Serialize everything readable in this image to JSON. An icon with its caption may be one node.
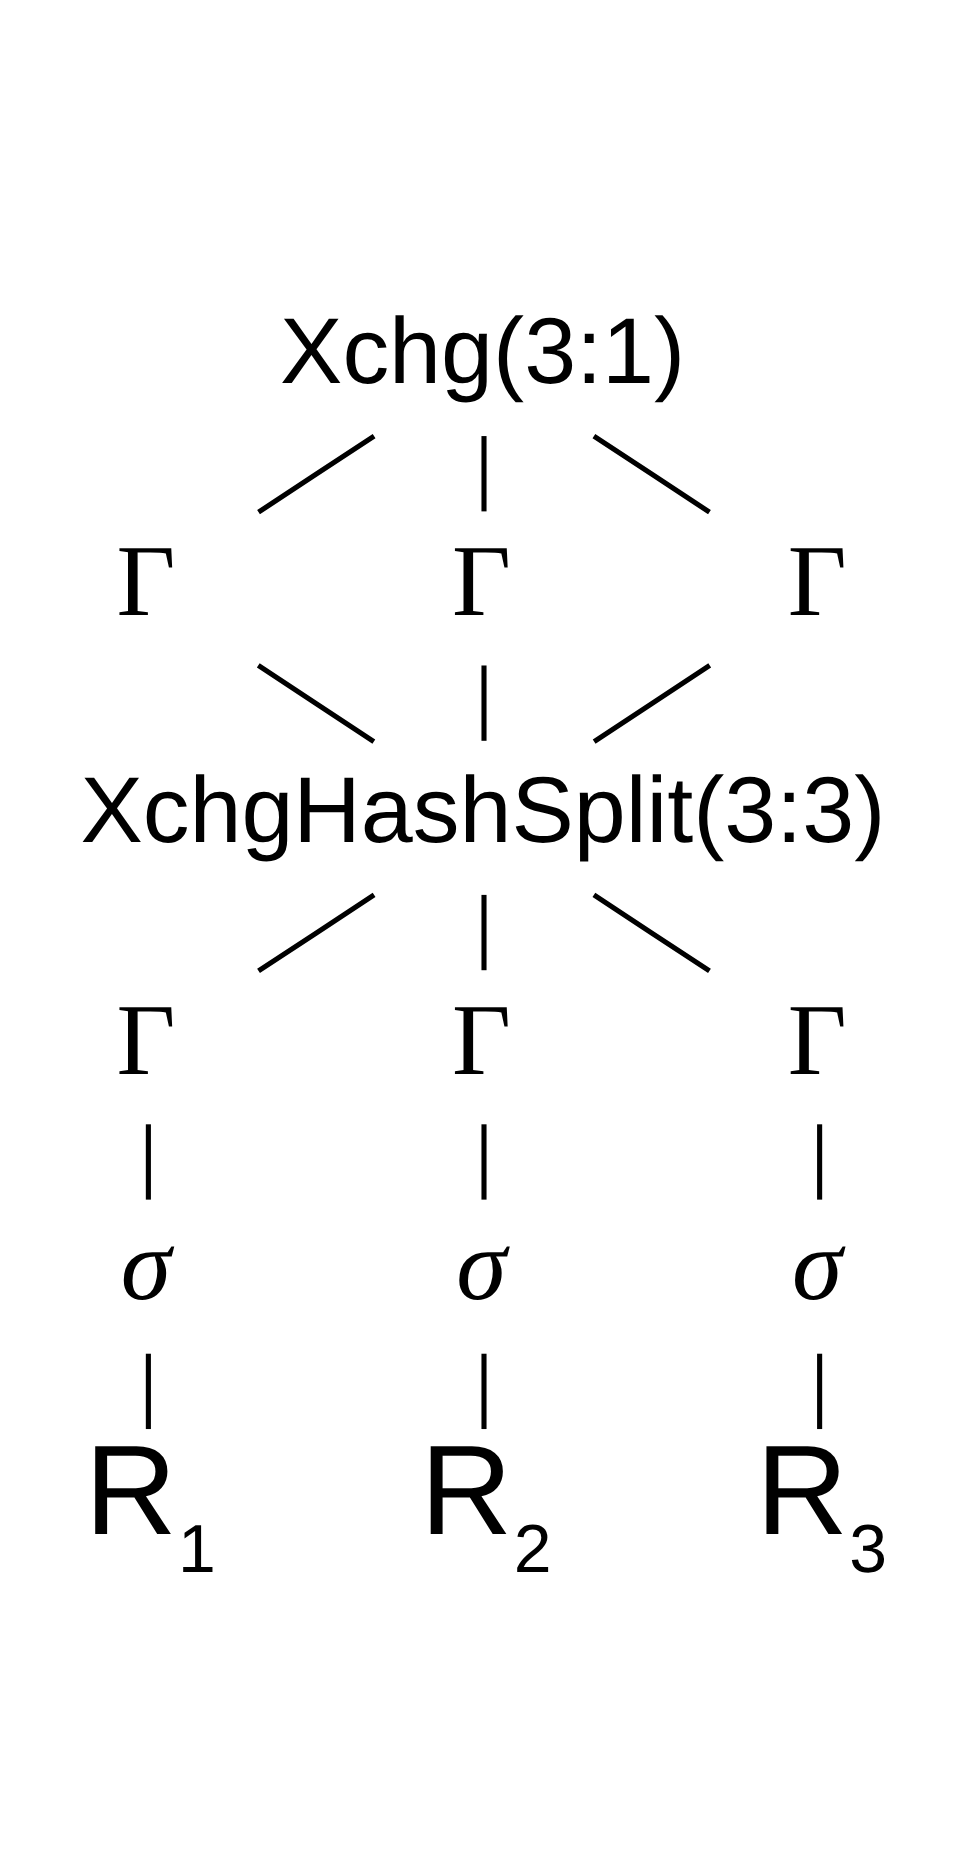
{
  "diagram": {
    "nodes": [
      {
        "text": [
          "Xchg(3:1)"
        ]
      },
      {
        "text": [
          "Γ"
        ]
      },
      {
        "text": [
          "Γ"
        ]
      },
      {
        "text": [
          "Γ"
        ]
      },
      {
        "text": [
          "XchgHashSplit(3:3)"
        ]
      },
      {
        "text": [
          "Γ"
        ]
      },
      {
        "text": [
          "Γ"
        ]
      },
      {
        "text": [
          "Γ"
        ]
      },
      {
        "text": [
          "σ"
        ]
      },
      {
        "text": [
          "σ"
        ]
      },
      {
        "text": [
          "σ"
        ]
      },
      {
        "text": [
          "R$_{1}$"
        ]
      },
      {
        "text": [
          "R$_{2}$"
        ]
      },
      {
        "text": [
          "R$_{3}$"
        ]
      }
    ],
    "edges": [
      {
        "from": 0,
        "to": 1,
        "arrow": "none"
      },
      {
        "from": 0,
        "to": 2,
        "arrow": "none"
      },
      {
        "from": 0,
        "to": 3,
        "arrow": "none"
      },
      {
        "from": 1,
        "to": 4,
        "arrow": "none"
      },
      {
        "from": 2,
        "to": 4,
        "arrow": "none"
      },
      {
        "from": 3,
        "to": 4,
        "arrow": "none"
      },
      {
        "from": 4,
        "to": 5,
        "arrow": "none"
      },
      {
        "from": 4,
        "to": 6,
        "arrow": "none"
      },
      {
        "from": 4,
        "to": 7,
        "arrow": "none"
      },
      {
        "from": 5,
        "to": 8,
        "arrow": "none"
      },
      {
        "from": 8,
        "to": 11,
        "arrow": "none"
      },
      {
        "from": 6,
        "to": 9,
        "arrow": "none"
      },
      {
        "from": 9,
        "to": 12,
        "arrow": "none"
      },
      {
        "from": 7,
        "to": 10,
        "arrow": "none"
      },
      {
        "from": 10,
        "to": 13,
        "arrow": "none"
      }
    ]
  }
}
